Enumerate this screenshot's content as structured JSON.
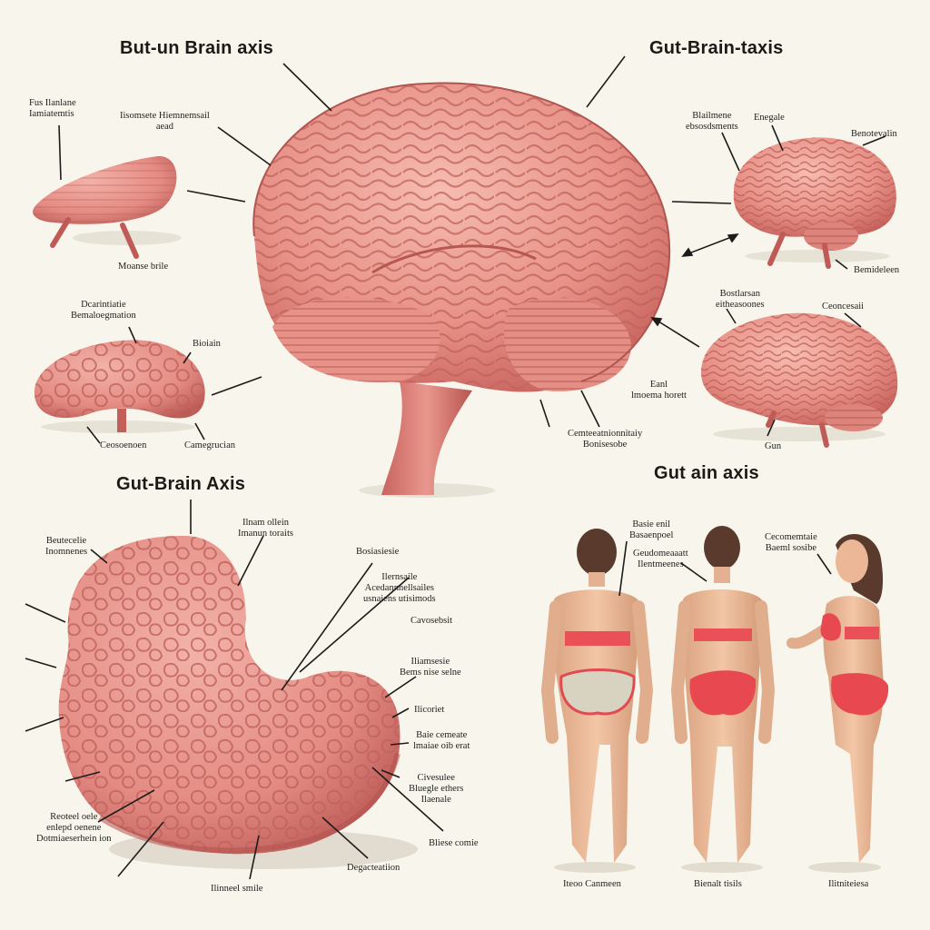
{
  "titles": {
    "top_left": "But-un Brain axis",
    "top_right": "Gut-Brain-taxis",
    "mid_left": "Gut-Brain Axis",
    "mid_right": "Gut ain axis"
  },
  "labels": {
    "pancreas_top": [
      "Fus Ilanlane",
      "Iamiatemtis"
    ],
    "heart_hemisphere": [
      "Iisomsete Hiemnemsail",
      "aead"
    ],
    "pancreas_bottom": [
      "Moanse brile"
    ],
    "cerebellum_top": [
      "Dcarintiatie",
      "Bemaloegmation"
    ],
    "cerebellum_brain": [
      "Bioiain"
    ],
    "cerebellum_left": [
      "Ceosoenoen"
    ],
    "cerebellum_right": [
      "Camegrucian"
    ],
    "rb_top_left": [
      "Blailmene",
      "ebsosdsments"
    ],
    "rb_top_mid": [
      "Enegale"
    ],
    "rb_top_right": [
      "Benotevalin"
    ],
    "rb_bottom": [
      "Bemideleen"
    ],
    "rb2_top": [
      "Bostlarsan",
      "eitheasoones"
    ],
    "rb2_right": [
      "Ceoncesaii"
    ],
    "rb2_bottom": [
      "Gun"
    ],
    "center_left": [
      "Eanl",
      "lmoema horett"
    ],
    "center_bottom": [
      "Cemteeatnionnitaiy",
      "Bonisesobe"
    ],
    "gut_top_left": [
      "Beutecelie",
      "Inomnenes"
    ],
    "gut_top_mid": [
      "Ilnam ollein",
      "Imanun toraits"
    ],
    "gut_1": [
      "Bosiasiesie"
    ],
    "gut_2": [
      "Ilernsaile",
      "Acedannnellsailes",
      "usnaiens utisimods"
    ],
    "gut_3": [
      "Cavosebsit"
    ],
    "gut_4": [
      "Iliamsesie",
      "Bems nise selne"
    ],
    "gut_5": [
      "Ilicoriet"
    ],
    "gut_6": [
      "Baie cemeate",
      "lmaiae oib erat"
    ],
    "gut_7": [
      "Civesulee",
      "Bluegle ethers",
      "Ilaenale"
    ],
    "gut_8": [
      "Bliese comie"
    ],
    "gut_bottom_left": [
      "Reoteel oele",
      "enlepd oenene",
      "Dotmiaeserhein ion"
    ],
    "gut_bottom_mid": [
      "Ilinneel smile"
    ],
    "gut_bottom_right": [
      "Degacteatiion"
    ],
    "body_1_top": [
      "Basie enil",
      "Basaenpoel"
    ],
    "body_2_top": [
      "Geudomeaaatt",
      "Ilentmeenes"
    ],
    "body_3_top": [
      "Cecomemtaie",
      "Baeml sosibe"
    ],
    "body_1_bottom": [
      "Iteoo Canmeen"
    ],
    "body_2_bottom": [
      "Bienalt tisils"
    ],
    "body_3_bottom": [
      "Ilitniteiesa"
    ]
  },
  "colors": {
    "background": "#f8f6ec",
    "tissue": "#e8908a",
    "tissue_dark": "#c8605c",
    "tissue_light": "#f4b8ae",
    "skin": "#eebc9c",
    "garment": "#e8464e",
    "ink": "#1c1a18"
  }
}
